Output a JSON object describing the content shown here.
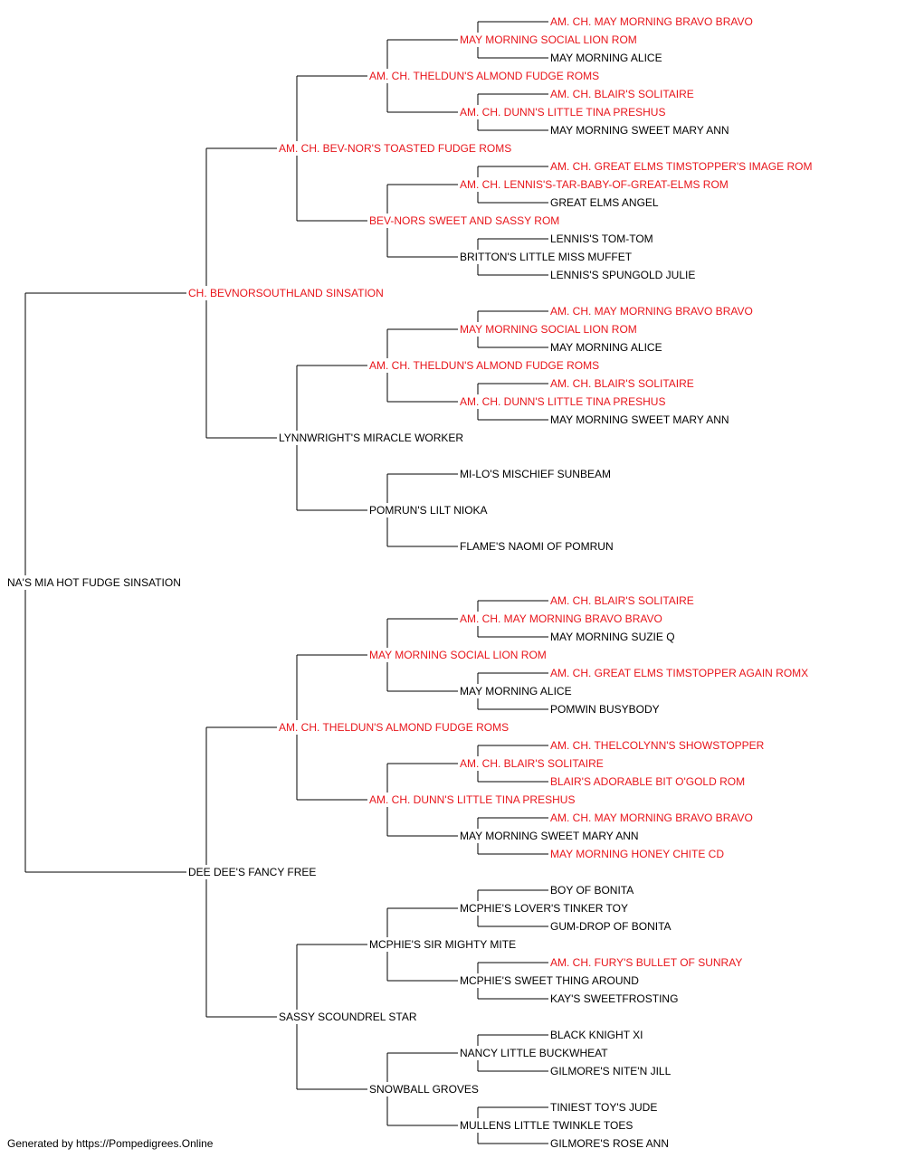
{
  "colors": {
    "champion": "#e8151b",
    "normal": "#000000",
    "line": "#000000"
  },
  "footer": "Generated by https://Pompedigrees.Online",
  "pedigree": {
    "name": "NA'S MIA HOT FUDGE SINSATION",
    "champion": false,
    "sire": {
      "name": "CH. BEVNORSOUTHLAND SINSATION",
      "champion": true,
      "sire": {
        "name": "AM. CH. BEV-NOR'S TOASTED FUDGE ROMS",
        "champion": true,
        "sire": {
          "name": "AM. CH. THELDUN'S ALMOND FUDGE ROMS",
          "champion": true,
          "sire": {
            "name": "MAY MORNING SOCIAL LION ROM",
            "champion": true,
            "sire": {
              "name": "AM. CH. MAY MORNING BRAVO BRAVO",
              "champion": true
            },
            "dam": {
              "name": "MAY MORNING ALICE",
              "champion": false
            }
          },
          "dam": {
            "name": "AM. CH. DUNN'S LITTLE TINA PRESHUS",
            "champion": true,
            "sire": {
              "name": "AM. CH. BLAIR'S SOLITAIRE",
              "champion": true
            },
            "dam": {
              "name": "MAY MORNING SWEET MARY ANN",
              "champion": false
            }
          }
        },
        "dam": {
          "name": "BEV-NORS SWEET AND SASSY ROM",
          "champion": true,
          "sire": {
            "name": "AM. CH. LENNIS'S-TAR-BABY-OF-GREAT-ELMS ROM",
            "champion": true,
            "sire": {
              "name": "AM. CH. GREAT ELMS TIMSTOPPER'S IMAGE ROM",
              "champion": true
            },
            "dam": {
              "name": "GREAT ELMS ANGEL",
              "champion": false
            }
          },
          "dam": {
            "name": "BRITTON'S LITTLE MISS MUFFET",
            "champion": false,
            "sire": {
              "name": "LENNIS'S TOM-TOM",
              "champion": false
            },
            "dam": {
              "name": "LENNIS'S SPUNGOLD JULIE",
              "champion": false
            }
          }
        }
      },
      "dam": {
        "name": "LYNNWRIGHT'S MIRACLE WORKER",
        "champion": false,
        "sire": {
          "name": "AM. CH. THELDUN'S ALMOND FUDGE ROMS",
          "champion": true,
          "sire": {
            "name": "MAY MORNING SOCIAL LION ROM",
            "champion": true,
            "sire": {
              "name": "AM. CH. MAY MORNING BRAVO BRAVO",
              "champion": true
            },
            "dam": {
              "name": "MAY MORNING ALICE",
              "champion": false
            }
          },
          "dam": {
            "name": "AM. CH. DUNN'S LITTLE TINA PRESHUS",
            "champion": true,
            "sire": {
              "name": "AM. CH. BLAIR'S SOLITAIRE",
              "champion": true
            },
            "dam": {
              "name": "MAY MORNING SWEET MARY ANN",
              "champion": false
            }
          }
        },
        "dam": {
          "name": "POMRUN'S LILT NIOKA",
          "champion": false,
          "sire": {
            "name": "MI-LO'S MISCHIEF SUNBEAM",
            "champion": false
          },
          "dam": {
            "name": "FLAME'S NAOMI OF POMRUN",
            "champion": false
          }
        }
      }
    },
    "dam": {
      "name": "DEE DEE'S FANCY FREE",
      "champion": false,
      "sire": {
        "name": "AM. CH. THELDUN'S ALMOND FUDGE ROMS",
        "champion": true,
        "sire": {
          "name": "MAY MORNING SOCIAL LION ROM",
          "champion": true,
          "sire": {
            "name": "AM. CH. MAY MORNING BRAVO BRAVO",
            "champion": true,
            "sire": {
              "name": "AM. CH. BLAIR'S SOLITAIRE",
              "champion": true
            },
            "dam": {
              "name": "MAY MORNING SUZIE Q",
              "champion": false
            }
          },
          "dam": {
            "name": "MAY MORNING ALICE",
            "champion": false,
            "sire": {
              "name": "AM. CH. GREAT ELMS TIMSTOPPER AGAIN ROMX",
              "champion": true
            },
            "dam": {
              "name": "POMWIN BUSYBODY",
              "champion": false
            }
          }
        },
        "dam": {
          "name": "AM. CH. DUNN'S LITTLE TINA PRESHUS",
          "champion": true,
          "sire": {
            "name": "AM. CH. BLAIR'S SOLITAIRE",
            "champion": true,
            "sire": {
              "name": "AM. CH. THELCOLYNN'S SHOWSTOPPER",
              "champion": true
            },
            "dam": {
              "name": "BLAIR'S ADORABLE BIT O'GOLD ROM",
              "champion": true
            }
          },
          "dam": {
            "name": "MAY MORNING SWEET MARY ANN",
            "champion": false,
            "sire": {
              "name": "AM. CH. MAY MORNING BRAVO BRAVO",
              "champion": true
            },
            "dam": {
              "name": "MAY MORNING HONEY CHITE CD",
              "champion": true
            }
          }
        }
      },
      "dam": {
        "name": "SASSY SCOUNDREL STAR",
        "champion": false,
        "sire": {
          "name": "MCPHIE'S SIR MIGHTY MITE",
          "champion": false,
          "sire": {
            "name": "MCPHIE'S LOVER'S TINKER TOY",
            "champion": false,
            "sire": {
              "name": "BOY OF BONITA",
              "champion": false
            },
            "dam": {
              "name": "GUM-DROP OF BONITA",
              "champion": false
            }
          },
          "dam": {
            "name": "MCPHIE'S SWEET THING AROUND",
            "champion": false,
            "sire": {
              "name": "AM. CH. FURY'S BULLET OF SUNRAY",
              "champion": true
            },
            "dam": {
              "name": "KAY'S SWEETFROSTING",
              "champion": false
            }
          }
        },
        "dam": {
          "name": "SNOWBALL GROVES",
          "champion": false,
          "sire": {
            "name": "NANCY LITTLE BUCKWHEAT",
            "champion": false,
            "sire": {
              "name": "BLACK KNIGHT XI",
              "champion": false
            },
            "dam": {
              "name": "GILMORE'S NITE'N JILL",
              "champion": false
            }
          },
          "dam": {
            "name": "MULLENS LITTLE TWINKLE TOES",
            "champion": false,
            "sire": {
              "name": "TINIEST TOY'S JUDE",
              "champion": false
            },
            "dam": {
              "name": "GILMORE'S ROSE ANN",
              "champion": false
            }
          }
        }
      }
    }
  }
}
